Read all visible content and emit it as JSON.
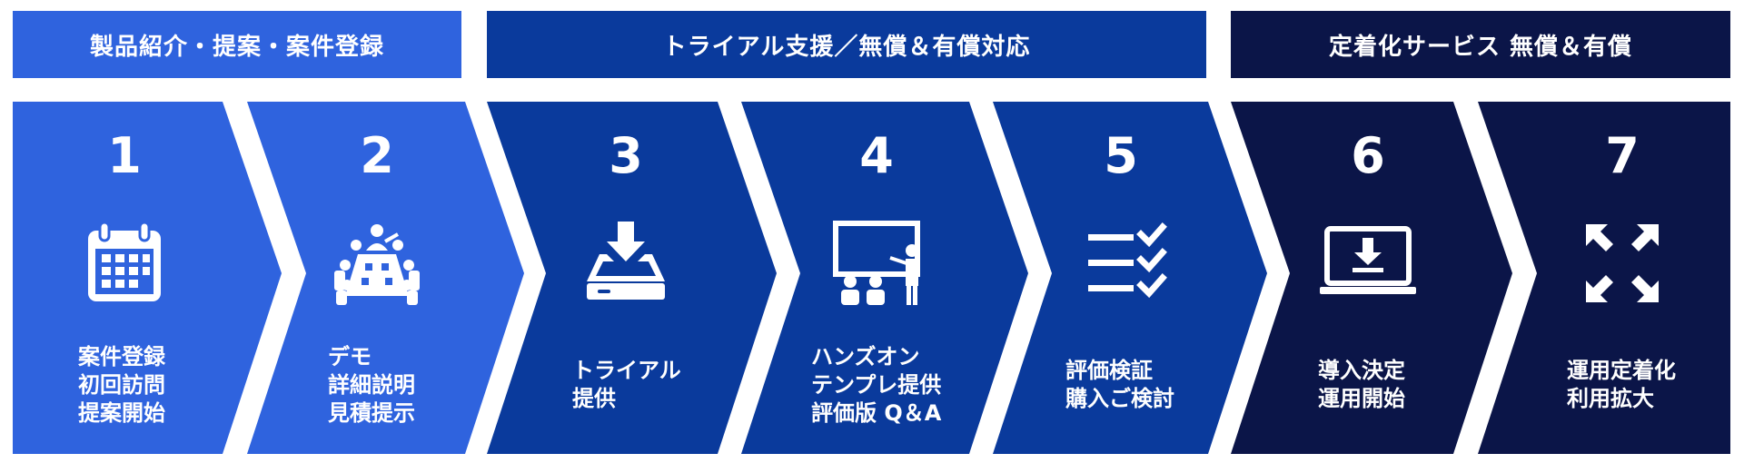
{
  "colors": {
    "phase1": "#2f63de",
    "phase2": "#0a3a9c",
    "phase3": "#0b1548"
  },
  "headers": [
    {
      "label": "製品紹介・提案・案件登録",
      "phase": "phase1"
    },
    {
      "label": "トライアル支援／無償＆有償対応",
      "phase": "phase2"
    },
    {
      "label": "定着化サービス 無償＆有償",
      "phase": "phase3"
    }
  ],
  "steps": [
    {
      "number": "1",
      "icon": "calendar-icon",
      "phase": "phase1",
      "lines": [
        "案件登録",
        "初回訪問",
        "提案開始"
      ]
    },
    {
      "number": "2",
      "icon": "meeting-icon",
      "phase": "phase1",
      "lines": [
        "デモ",
        "詳細説明",
        "見積提示"
      ]
    },
    {
      "number": "3",
      "icon": "download-drive-icon",
      "phase": "phase2",
      "lines": [
        "トライアル",
        "提供"
      ]
    },
    {
      "number": "4",
      "icon": "presentation-icon",
      "phase": "phase2",
      "lines": [
        "ハンズオン",
        "テンプレ提供",
        "評価版 Q＆A"
      ]
    },
    {
      "number": "5",
      "icon": "checklist-icon",
      "phase": "phase2",
      "lines": [
        "評価検証",
        "購入ご検討"
      ]
    },
    {
      "number": "6",
      "icon": "laptop-download-icon",
      "phase": "phase3",
      "lines": [
        "導入決定",
        "運用開始"
      ]
    },
    {
      "number": "7",
      "icon": "expand-arrows-icon",
      "phase": "phase3",
      "lines": [
        "運用定着化",
        "利用拡大"
      ]
    }
  ]
}
